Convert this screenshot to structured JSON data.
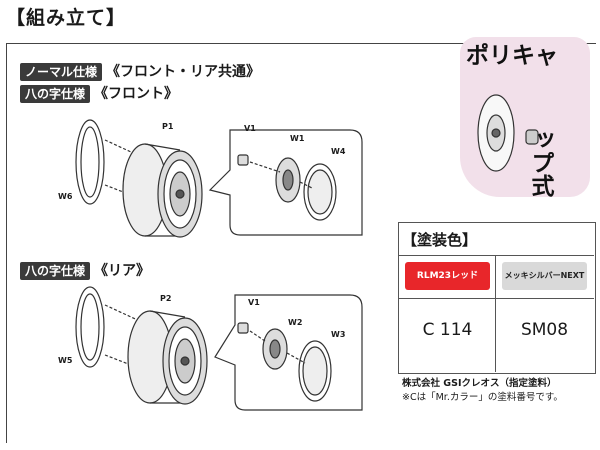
{
  "heading": "【組み立て】",
  "sections": [
    {
      "badge": "ノーマル仕様",
      "text": "《フロント・リア共通》"
    },
    {
      "badge": "八の字仕様",
      "text": "《フロント》"
    },
    {
      "badge": "八の字仕様",
      "text": "《リア》"
    }
  ],
  "parts": {
    "p1": "P1",
    "p2": "P2",
    "w6": "W6",
    "w5": "W5",
    "v1a": "V1",
    "w1": "W1",
    "w4": "W4",
    "v1b": "V1",
    "w2": "W2",
    "w3": "W3"
  },
  "polycap": {
    "line1": "ポリキャ",
    "line2": "ップ式"
  },
  "paint": {
    "title": "【塗装色】",
    "colors": [
      {
        "name": "RLM23レッド",
        "code": "C 114",
        "color": "#e8262a"
      },
      {
        "name": "メッキシルバーNEXT",
        "code": "SM08",
        "color": "#d9d9d9"
      }
    ]
  },
  "footer": {
    "line1": "株式会社 GSIクレオス（指定塗料）",
    "line2": "※Cは「Mr.カラー」の塗料番号です。"
  }
}
